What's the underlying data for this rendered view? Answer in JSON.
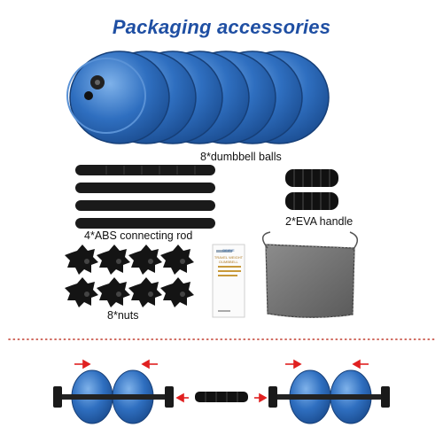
{
  "header": {
    "title": "Packaging accessories"
  },
  "items": {
    "balls": {
      "label": "8*dumbbell balls"
    },
    "rods": {
      "label": "4*ABS connecting rod"
    },
    "eva": {
      "label": "2*EVA handle"
    },
    "nuts": {
      "label": "8*nuts"
    },
    "manual": {
      "title": "TRAVEL WEIGHT DUMBBELL",
      "brand": "DEIRIE"
    }
  },
  "colors": {
    "title": "#1f4fa3",
    "ball": "#2f6fc0",
    "ball_dark": "#1b4d91",
    "arrow": "#e02020",
    "black": "#1a1a1a",
    "divider": "#c0392b"
  }
}
